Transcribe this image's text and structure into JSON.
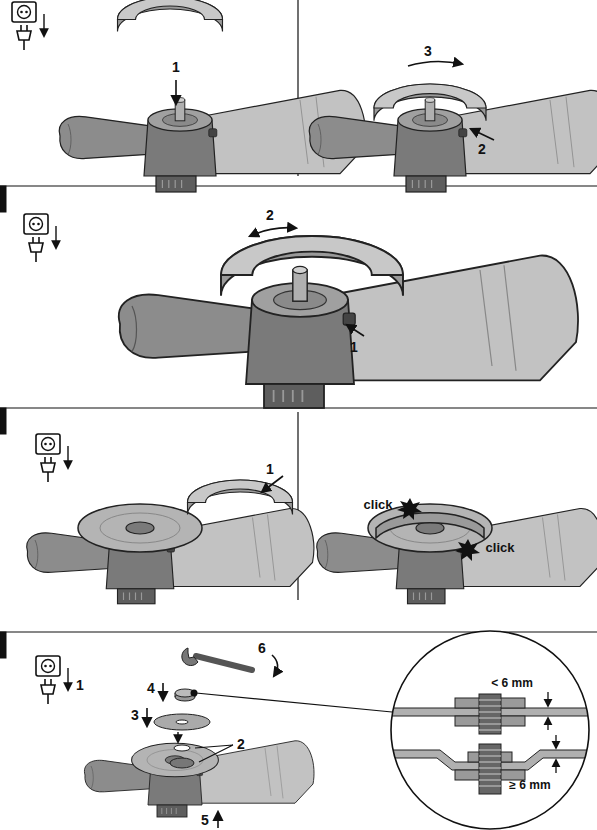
{
  "diagram": {
    "labels": [
      "1",
      "3",
      "2",
      "2",
      "1",
      "1",
      "click",
      "click",
      "6",
      "1",
      "4",
      "3",
      "2",
      "5",
      "< 6 mm",
      "≥ 6 mm"
    ]
  }
}
